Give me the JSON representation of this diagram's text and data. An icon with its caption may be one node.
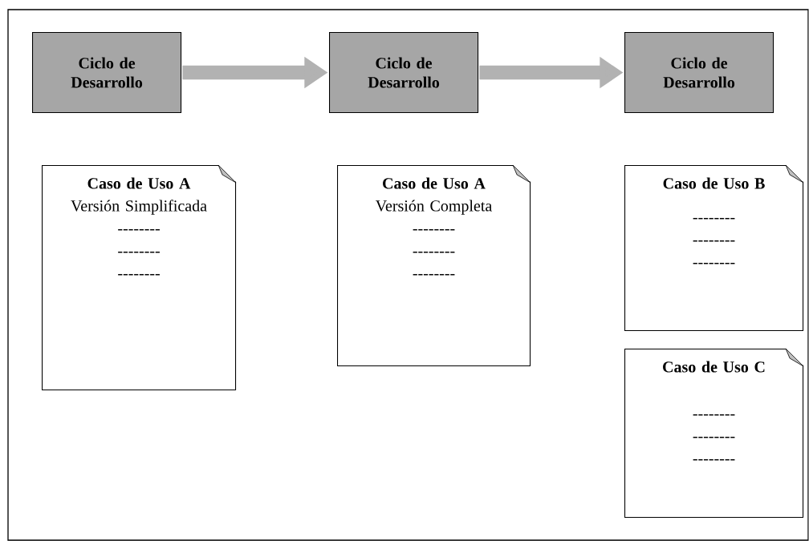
{
  "diagram": {
    "nodes": [
      {
        "text": [
          "Ciclo de Desarrollo"
        ]
      },
      {
        "text": [
          "Ciclo de Desarrollo"
        ]
      },
      {
        "text": [
          "Ciclo de Desarrollo"
        ]
      },
      {
        "text": [
          "Caso de Uso A",
          "Versión Simplificada",
          "--------",
          "--------",
          "--------"
        ]
      },
      {
        "text": [
          "Caso de Uso A",
          "Versión Completa",
          "--------",
          "--------",
          "--------"
        ]
      },
      {
        "text": [
          "Caso de Uso B",
          "--------",
          "--------",
          "--------"
        ]
      },
      {
        "text": [
          "Caso de Uso C",
          "--------",
          "--------",
          "--------"
        ]
      }
    ],
    "edges": [
      {
        "from": 0,
        "to": 1,
        "arrow": "to"
      },
      {
        "from": 1,
        "to": 2,
        "arrow": "to"
      }
    ]
  }
}
